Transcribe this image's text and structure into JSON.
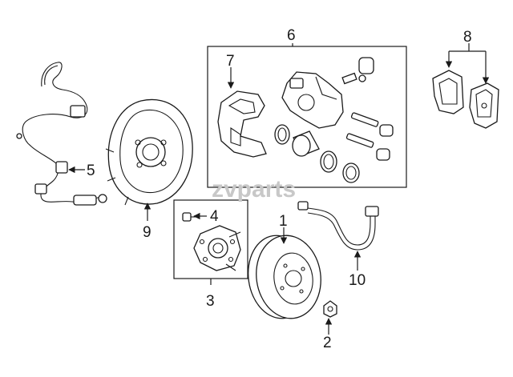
{
  "watermark": "zvparts",
  "callouts": {
    "c1": "1",
    "c2": "2",
    "c3": "3",
    "c4": "4",
    "c5": "5",
    "c6": "6",
    "c7": "7",
    "c8": "8",
    "c9": "9",
    "c10": "10"
  }
}
